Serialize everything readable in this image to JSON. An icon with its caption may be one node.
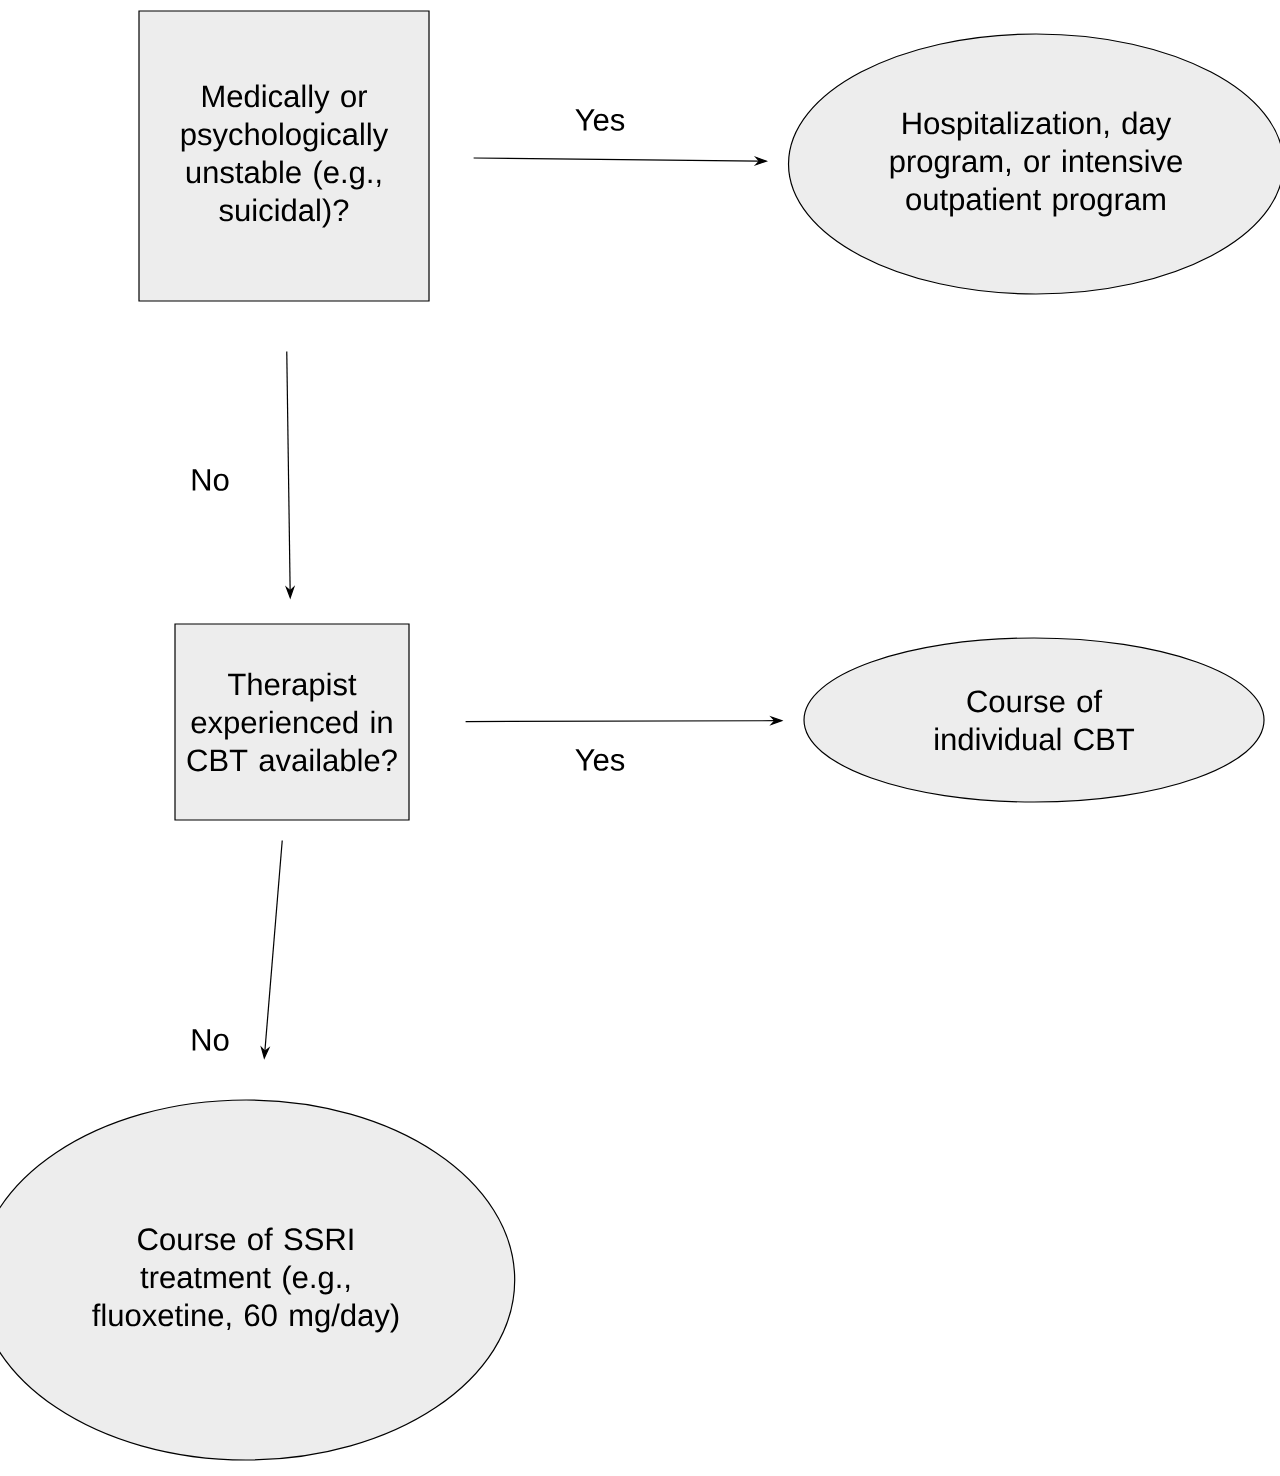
{
  "diagram": {
    "nodes": [
      {
        "text": [
          "Medically or psychologically unstable (e.g., suicidal)?"
        ]
      },
      {
        "text": [
          "Hospitalization, day program, or intensive outpatient program"
        ]
      },
      {
        "text": [
          "Therapist experienced in CBT available?"
        ]
      },
      {
        "text": [
          "Course of individual CBT"
        ]
      },
      {
        "text": [
          "Course of SSRI treatment (e.g., fluoxetine, 60 mg/day)"
        ]
      }
    ],
    "edges": [
      {
        "from": 0,
        "to": 1,
        "arrow": "to",
        "label": "Yes"
      },
      {
        "from": 0,
        "to": 2,
        "arrow": "to",
        "label": "No"
      },
      {
        "from": 2,
        "to": 3,
        "arrow": "to",
        "label": "Yes"
      },
      {
        "from": 2,
        "to": 4,
        "arrow": "to",
        "label": "No"
      }
    ]
  }
}
